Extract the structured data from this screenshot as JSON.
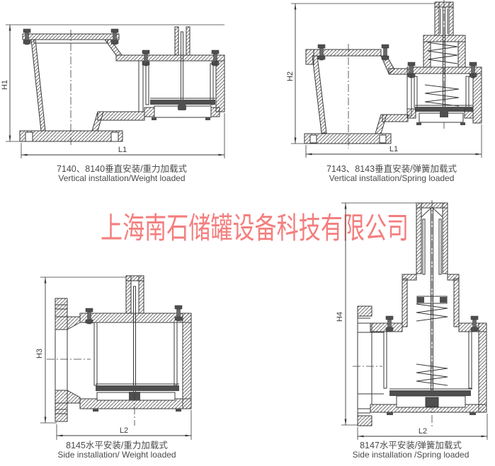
{
  "watermark": {
    "text": "上海南石储罐设备科技有限公司",
    "color": "#f47e7e"
  },
  "figures": [
    {
      "caption_zh": "7140、8140垂直安装/重力加载式",
      "caption_en": "Vertical installation/Weight loaded",
      "height_label": "H1",
      "length_label": "L1"
    },
    {
      "caption_zh": "7143、8143垂直安装/弹簧加载式",
      "caption_en": "Vertical installation/Spring loaded",
      "height_label": "H2",
      "length_label": "L1"
    },
    {
      "caption_zh": "8145水平安装/重力加载式",
      "caption_en": "Side installation/ Weight loaded",
      "height_label": "H3",
      "length_label": "L2"
    },
    {
      "caption_zh": "8147水平安装/弹簧加载式",
      "caption_en": "Side installation /Spring loaded",
      "height_label": "H4",
      "length_label": "L2"
    }
  ],
  "colors": {
    "line": "#3a3a3a",
    "caption_text": "#4a4a4a",
    "watermark": "#f47e7e"
  }
}
